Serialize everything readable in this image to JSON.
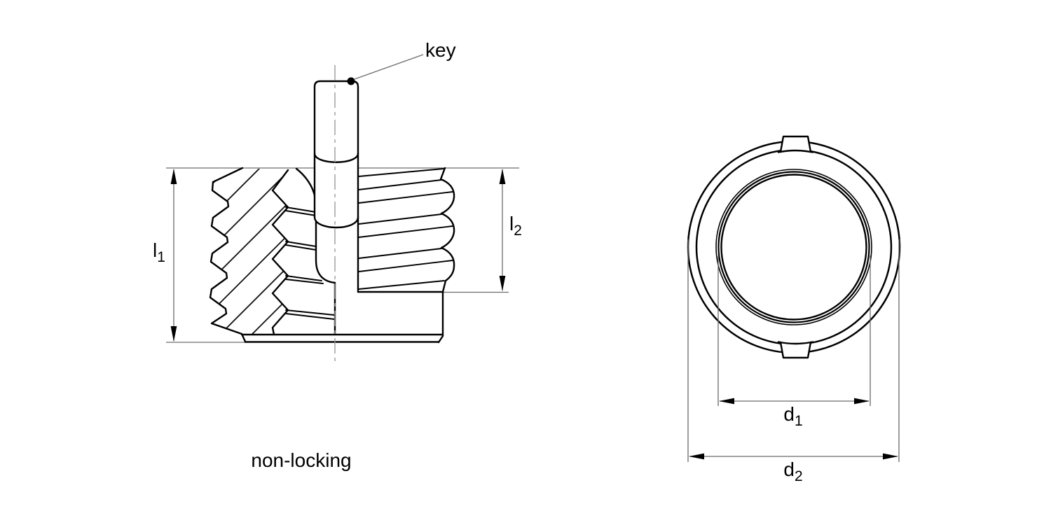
{
  "drawing": {
    "labels": {
      "key_callout": "key",
      "variant_caption": "non-locking"
    },
    "dimensions": {
      "l1": {
        "base": "l",
        "sub": "1"
      },
      "l2": {
        "base": "l",
        "sub": "2"
      },
      "d1": {
        "base": "d",
        "sub": "1"
      },
      "d2": {
        "base": "d",
        "sub": "2"
      }
    },
    "colors": {
      "object_line": "#000000",
      "dimension_line": "#6a6a6a",
      "centerline": "#9a9a9a",
      "background": "#ffffff"
    }
  }
}
